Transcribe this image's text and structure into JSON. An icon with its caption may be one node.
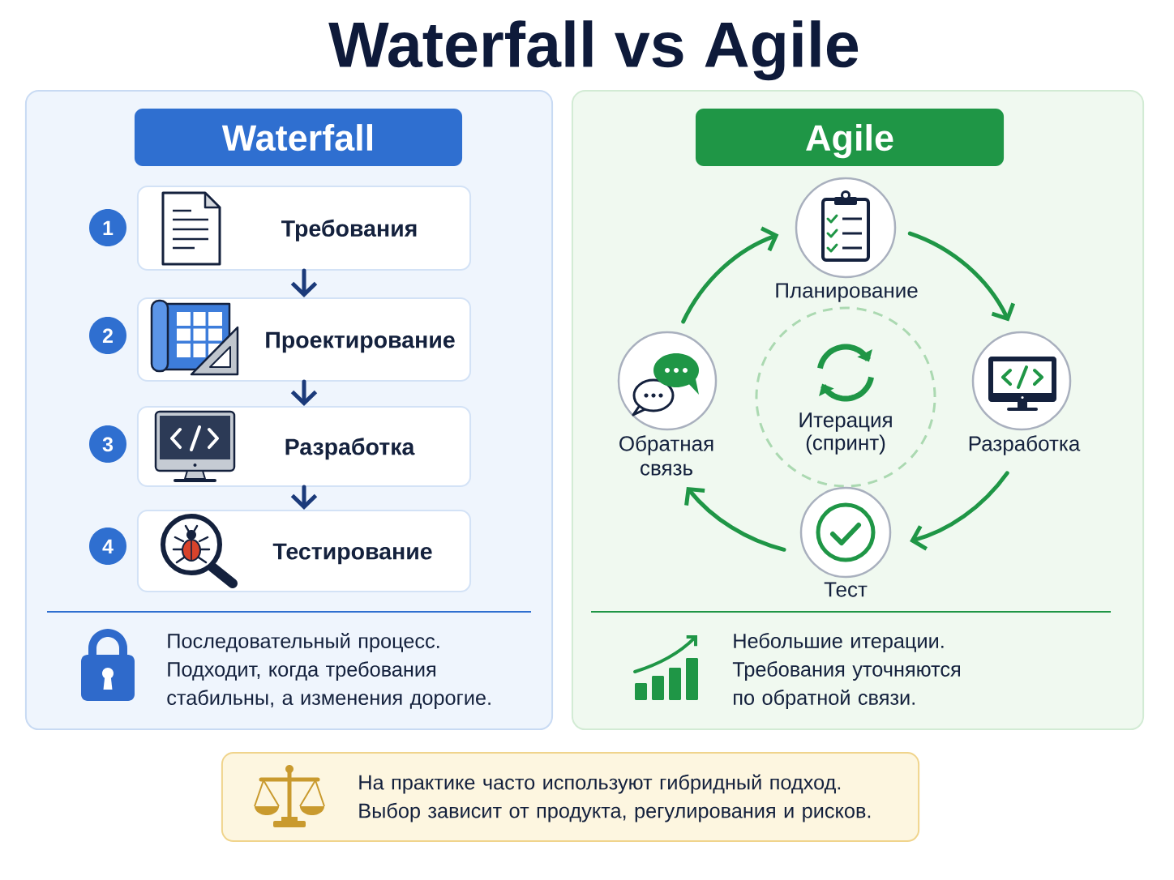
{
  "diagram": {
    "title": "Waterfall vs Agile",
    "nodes": [
      {
        "text": [
          "Последовательный процесс. Подходит, когда требования стабильны, а изменения дорогие."
        ]
      },
      {
        "text": [
          "Waterfall"
        ],
        "in": 0
      },
      {
        "text": [
          "1"
        ],
        "in": 0
      },
      {
        "text": [
          "Требования"
        ],
        "in": 0
      },
      {
        "text": [
          "2"
        ],
        "in": 0
      },
      {
        "text": [
          "Проектирование"
        ],
        "in": 0
      },
      {
        "text": [
          "3"
        ],
        "in": 0
      },
      {
        "text": [
          "Разработка"
        ],
        "in": 0
      },
      {
        "text": [
          "4"
        ],
        "in": 0
      },
      {
        "text": [
          "Тестирование"
        ],
        "in": 0
      },
      {
        "text": [
          "Небольшие итерации. Требования уточняются по обратной связи."
        ]
      },
      {
        "text": [
          "Agile"
        ],
        "in": 10
      },
      {
        "text": [
          "Планирование"
        ],
        "in": 10
      },
      {
        "text": [
          "Обратная связь"
        ],
        "in": 10
      },
      {
        "text": [
          "Итерация (спринт)"
        ],
        "in": 10
      },
      {
        "text": [
          "Разработка"
        ],
        "in": 10
      },
      {
        "text": [
          "Тест"
        ],
        "in": 10
      },
      {
        "text": [
          "На практике часто используют гибридный подход. Выбор зависит от продукта, регулирования и рисков."
        ]
      }
    ],
    "edges": [
      {
        "from": 3,
        "to": 5,
        "arrow": "to",
        "color": "#1b3a7a"
      },
      {
        "from": 5,
        "to": 7,
        "arrow": "to",
        "color": "#1b3a7a"
      },
      {
        "from": 7,
        "to": 9,
        "arrow": "to",
        "color": "#1b3a7a"
      },
      {
        "from": 12,
        "to": 15,
        "arrow": "to"
      },
      {
        "from": 15,
        "to": 16,
        "arrow": "to"
      },
      {
        "from": 16,
        "to": 13,
        "arrow": "to"
      },
      {
        "from": 13,
        "to": 12,
        "arrow": "to"
      }
    ]
  }
}
